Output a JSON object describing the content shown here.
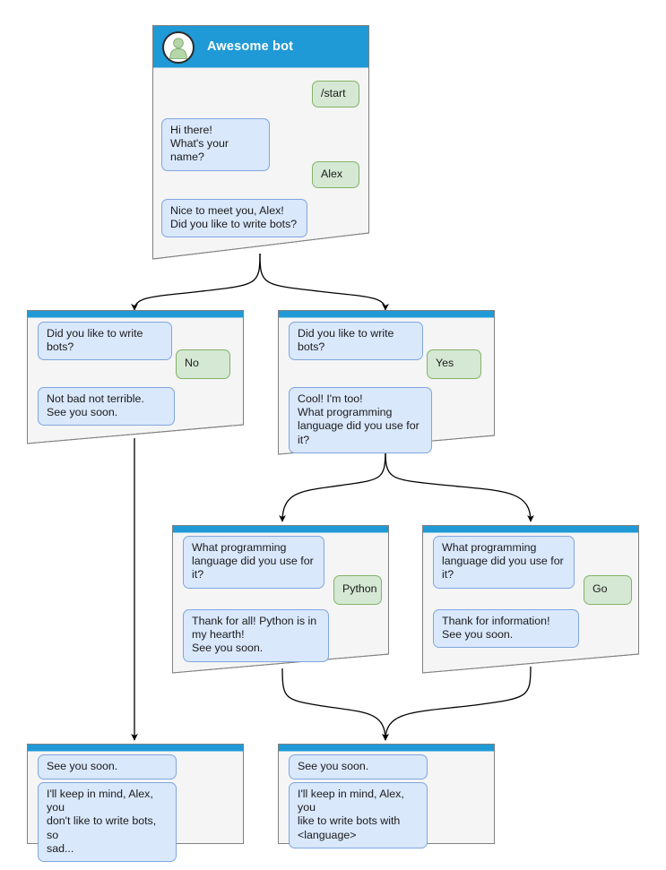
{
  "colors": {
    "header_blue": "#1f9ad6",
    "card_bg": "#f5f5f5",
    "card_border": "#808080",
    "bot_bubble_bg": "#dae8fc",
    "bot_bubble_border": "#7ea6e0",
    "user_bubble_bg": "#d5e8d4",
    "user_bubble_border": "#82b366",
    "edge_stroke": "#000000",
    "avatar_fill": "#b5d6a7",
    "avatar_ring": "#2b2b2b",
    "title_text": "#ffffff",
    "body_text": "#1a1a1a",
    "page_bg": "#ffffff"
  },
  "nodes": {
    "root": {
      "title": "Awesome bot",
      "avatar_icon": "person-avatar-icon",
      "messages": [
        {
          "from": "user",
          "text": "/start"
        },
        {
          "from": "bot",
          "text": "Hi there!\nWhat's your name?"
        },
        {
          "from": "user",
          "text": "Alex"
        },
        {
          "from": "bot",
          "text": "Nice to meet you, Alex!\nDid you like to write bots?"
        }
      ]
    },
    "no_branch": {
      "messages": [
        {
          "from": "bot",
          "text": "Did you like to write bots?"
        },
        {
          "from": "user",
          "text": "No"
        },
        {
          "from": "bot",
          "text": "Not bad not terrible.\nSee you soon."
        }
      ]
    },
    "yes_branch": {
      "messages": [
        {
          "from": "bot",
          "text": "Did you like to write bots?"
        },
        {
          "from": "user",
          "text": "Yes"
        },
        {
          "from": "bot",
          "text": "Cool! I'm too!\nWhat programming\nlanguage did you use for it?"
        }
      ]
    },
    "python_branch": {
      "messages": [
        {
          "from": "bot",
          "text": "What programming\nlanguage did you use for it?"
        },
        {
          "from": "user",
          "text": "Python"
        },
        {
          "from": "bot",
          "text": "Thank for all! Python is in\nmy hearth!\nSee you soon."
        }
      ]
    },
    "go_branch": {
      "messages": [
        {
          "from": "bot",
          "text": "What programming\nlanguage did you use for it?"
        },
        {
          "from": "user",
          "text": "Go"
        },
        {
          "from": "bot",
          "text": "Thank for information!\nSee you soon."
        }
      ]
    },
    "end_sad": {
      "messages": [
        {
          "from": "bot",
          "text": "See you soon."
        },
        {
          "from": "bot",
          "text": "I'll keep in mind, Alex, you\ndon't like to write bots, so\nsad..."
        }
      ]
    },
    "end_happy": {
      "messages": [
        {
          "from": "bot",
          "text": "See you soon."
        },
        {
          "from": "bot",
          "text": "I'll keep in mind, Alex, you\nlike to write bots with\n<language>"
        }
      ]
    }
  }
}
